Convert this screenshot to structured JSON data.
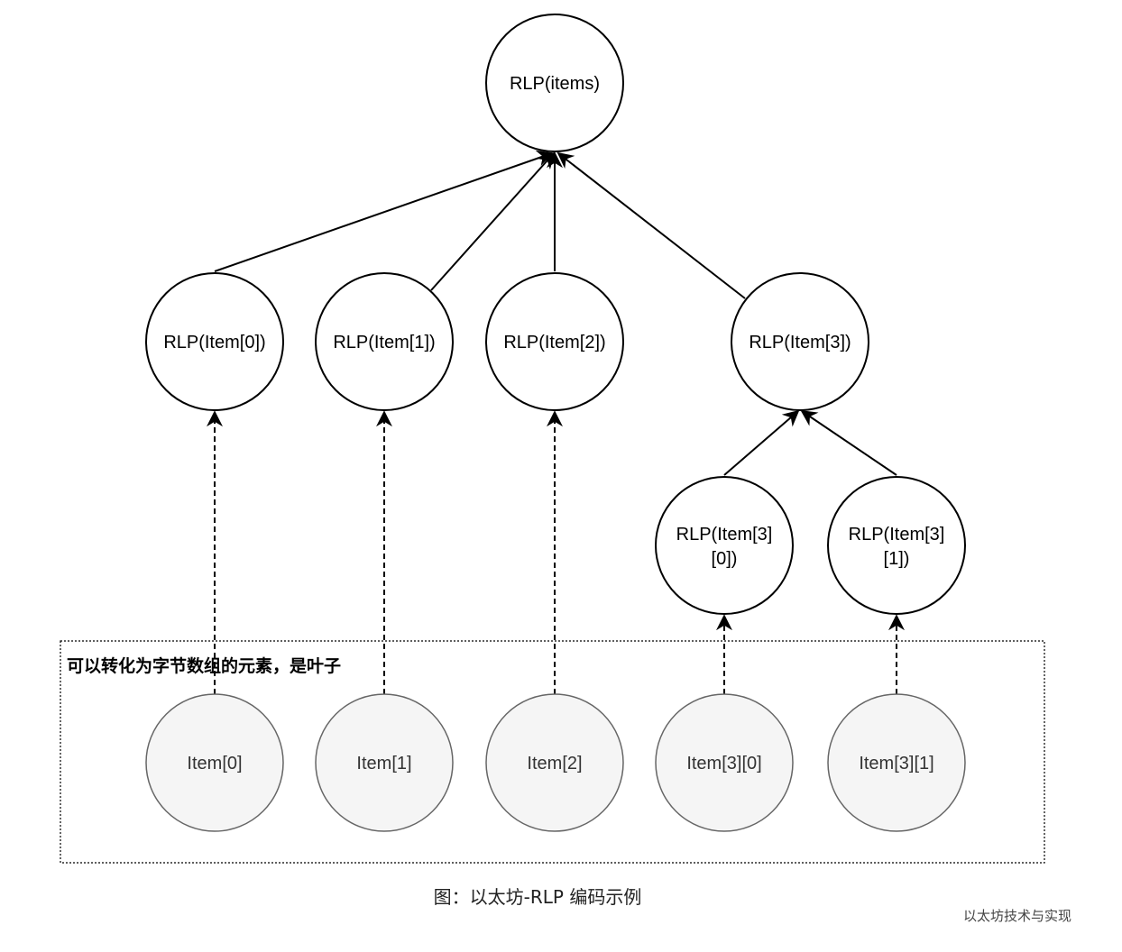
{
  "nodes": {
    "root": "RLP(items)",
    "rlp_item0": "RLP(Item[0])",
    "rlp_item1": "RLP(Item[1])",
    "rlp_item2": "RLP(Item[2])",
    "rlp_item3": "RLP(Item[3])",
    "rlp_item3_0_line1": "RLP(Item[3]",
    "rlp_item3_0_line2": "[0])",
    "rlp_item3_1_line1": "RLP(Item[3]",
    "rlp_item3_1_line2": "[1])"
  },
  "leaves": {
    "group_label": "可以转化为字节数组的元素，是叶子",
    "item0": "Item[0]",
    "item1": "Item[1]",
    "item2": "Item[2]",
    "item3_0": "Item[3][0]",
    "item3_1": "Item[3][1]"
  },
  "caption": "图：以太坊-RLP 编码示例",
  "watermark": "以太坊技术与实现",
  "colors": {
    "node_fill": "#ffffff",
    "leaf_fill": "#f5f5f5",
    "stroke": "#000000"
  }
}
